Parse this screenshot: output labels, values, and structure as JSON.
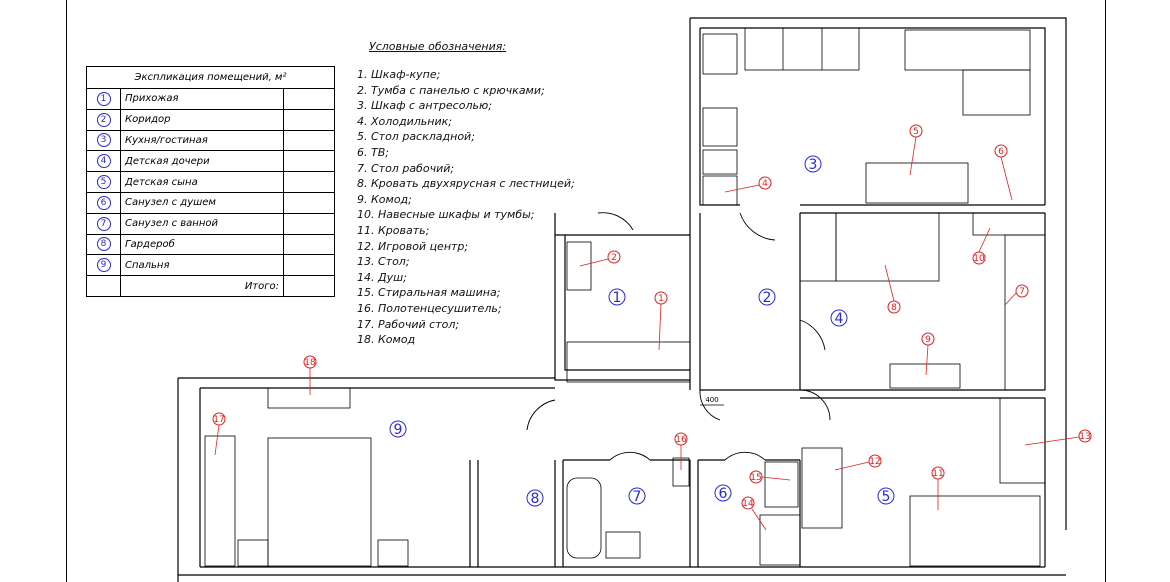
{
  "explication": {
    "title": "Экспликация помещений, м²",
    "rooms": [
      {
        "num": "1",
        "name": "Прихожая"
      },
      {
        "num": "2",
        "name": "Коридор"
      },
      {
        "num": "3",
        "name": "Кухня/гостиная"
      },
      {
        "num": "4",
        "name": "Детская дочери"
      },
      {
        "num": "5",
        "name": "Детская сына"
      },
      {
        "num": "6",
        "name": "Санузел с душем"
      },
      {
        "num": "7",
        "name": "Санузел с ванной"
      },
      {
        "num": "8",
        "name": "Гардероб"
      },
      {
        "num": "9",
        "name": "Спальня"
      }
    ],
    "total_label": "Итого:"
  },
  "legend": {
    "title": "Условные обозначения:",
    "items": [
      "1.  Шкаф-купе;",
      "2.  Тумба с панелью с крючками;",
      "3.  Шкаф с антресолью;",
      "4.  Холодильник;",
      "5.  Стол раскладной;",
      "6.  ТВ;",
      "7.  Стол рабочий;",
      "8.  Кровать двухярусная с лестницей;",
      "9.  Комод;",
      "10. Навесные шкафы и тумбы;",
      "11. Кровать;",
      "12. Игровой центр;",
      "13. Стол;",
      "14. Душ;",
      "15. Стиральная машина;",
      "16. Полотенцесушитель;",
      "17. Рабочий стол;",
      "18. Комод"
    ]
  },
  "plan": {
    "room_labels": [
      "1",
      "2",
      "3",
      "4",
      "5",
      "6",
      "7",
      "8",
      "9"
    ],
    "furniture_labels": [
      "1",
      "2",
      "4",
      "5",
      "6",
      "7",
      "8",
      "9",
      "10",
      "11",
      "12",
      "13",
      "14",
      "15",
      "16",
      "17",
      "18"
    ],
    "dimension": "400",
    "colors": {
      "room": "#2a2ad0",
      "furniture": "#e02020",
      "wall": "#000000"
    }
  }
}
